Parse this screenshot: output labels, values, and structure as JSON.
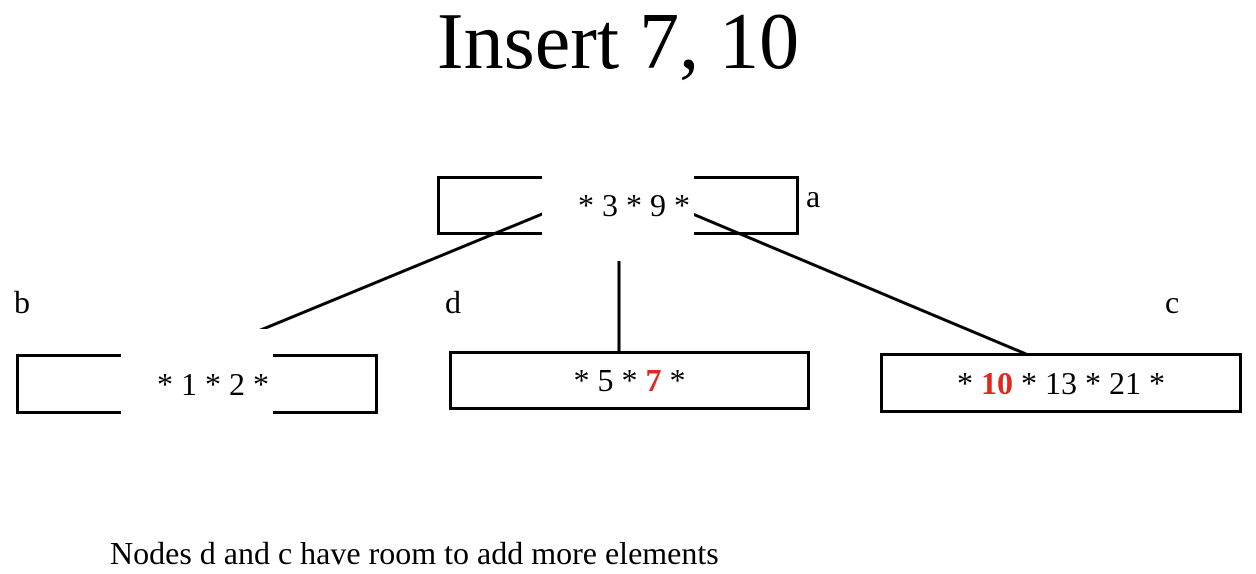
{
  "title": "Insert 7, 10",
  "nodes": {
    "a": {
      "label": "a",
      "keys": [
        {
          "text": "* 3 * 9 *",
          "highlight": false
        }
      ]
    },
    "b": {
      "label": "b",
      "keys": [
        {
          "text": "* 1 * 2 *",
          "highlight": false
        }
      ]
    },
    "d": {
      "label": "d",
      "keys": [
        {
          "text": "* 5 * ",
          "highlight": false
        },
        {
          "text": "7",
          "highlight": true
        },
        {
          "text": " *",
          "highlight": false
        }
      ]
    },
    "c": {
      "label": "c",
      "keys": [
        {
          "text": "* ",
          "highlight": false
        },
        {
          "text": "10",
          "highlight": true
        },
        {
          "text": " * 13 * 21 *",
          "highlight": false
        }
      ]
    }
  },
  "caption": "Nodes d and c have room to add more elements",
  "colors": {
    "highlight": "#e0281e",
    "line": "#000000",
    "background": "#ffffff"
  }
}
